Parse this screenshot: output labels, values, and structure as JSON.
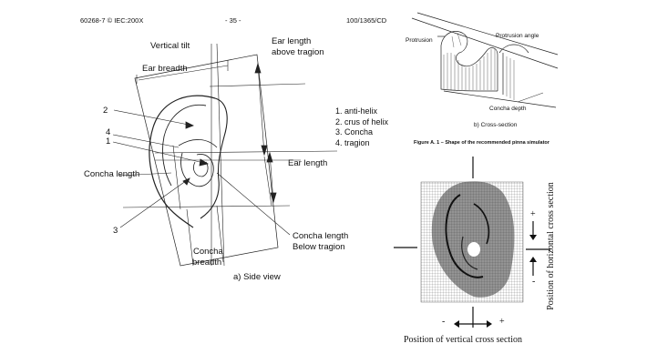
{
  "header": {
    "doc_id": "60268-7 © IEC:200X",
    "page": "- 35 -",
    "ref": "100/1365/CD"
  },
  "side_view": {
    "labels": {
      "vertical_tilt": "Vertical tilt",
      "ear_length_above_tragion_1": "Ear length",
      "ear_length_above_tragion_2": "above tragion",
      "ear_breadth": "Ear breadth",
      "concha_length": "Concha length",
      "ear_length": "Ear length",
      "concha_length_below_1": "Concha length",
      "concha_length_below_2": "Below tragion",
      "concha_breadth_1": "Concha",
      "concha_breadth_2": "breadth",
      "n2": "2",
      "n4": "4",
      "n1": "1",
      "n3": "3"
    },
    "caption": "a) Side view",
    "legend": [
      "1. anti-helix",
      "2. crus of helix",
      "3. Concha",
      "4. tragion"
    ]
  },
  "cross_section": {
    "protrusion": "Protrusion",
    "protrusion_angle": "Protrusion angle",
    "concha_depth": "Concha depth",
    "caption": "b) Cross-section"
  },
  "figure_title": "Figure A. 1 – Shape of the recommended pinna simulator",
  "mesh_view": {
    "horizontal_label": "Position of horizontal cross section",
    "vertical_label": "Position of vertical cross section",
    "plus": "+",
    "minus": "-"
  }
}
